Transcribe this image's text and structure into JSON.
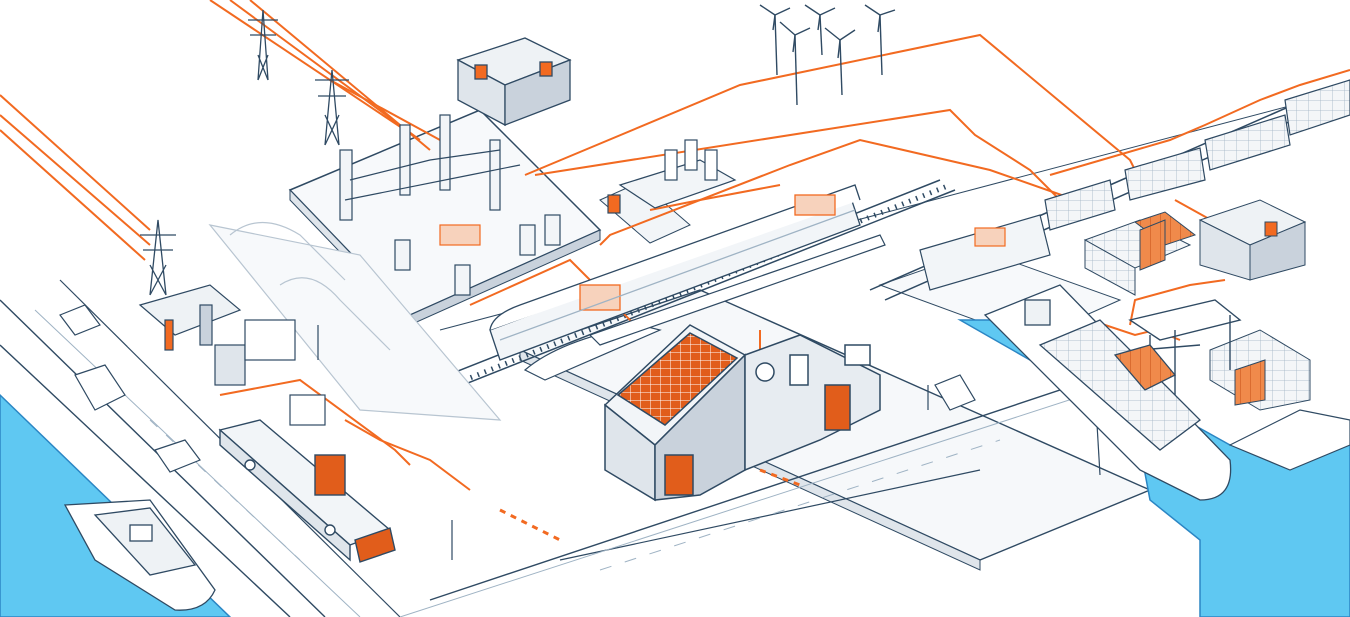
{
  "scene": {
    "colors": {
      "background": "#ffffff",
      "water": "#5fc8f2",
      "water_edge": "#2b86c4",
      "outline": "#2f4a63",
      "light_outline": "#9fb3c4",
      "ground_shade": "#e6eaef",
      "power_line": "#f26a21",
      "highlight": "#f26a21",
      "panel": "#e15d1b"
    },
    "elements": [
      {
        "name": "substation",
        "icon": "transformer-yard"
      },
      {
        "name": "control-building",
        "icon": "switchgear-room"
      },
      {
        "name": "wind-farm",
        "icon": "wind-turbine"
      },
      {
        "name": "transmission-towers",
        "icon": "pylon"
      },
      {
        "name": "rail-station",
        "icon": "electric-train"
      },
      {
        "name": "freight-train",
        "icon": "container-train"
      },
      {
        "name": "smart-building",
        "icon": "solar-roof"
      },
      {
        "name": "bus-depot",
        "icon": "e-bus-charger"
      },
      {
        "name": "harbor",
        "icon": "container-crane"
      },
      {
        "name": "ferry",
        "icon": "electric-ship"
      }
    ]
  }
}
